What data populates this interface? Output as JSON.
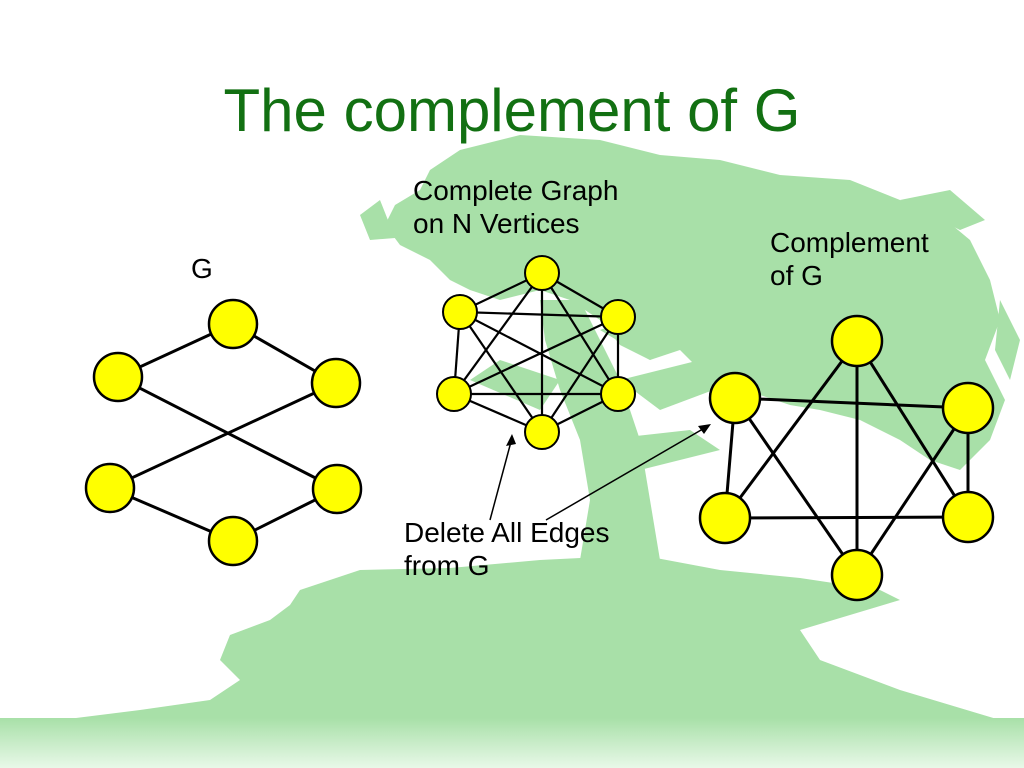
{
  "slide": {
    "title": "The complement of G",
    "colors": {
      "title": "#127012",
      "vertex": "#ffff00",
      "tree": "#a8e0a8"
    }
  },
  "graph_g": {
    "label": "G",
    "vertices": [
      "a",
      "b",
      "c",
      "d",
      "e",
      "f"
    ],
    "edges": [
      [
        "a",
        "b"
      ],
      [
        "a",
        "c"
      ],
      [
        "b",
        "f"
      ],
      [
        "c",
        "e"
      ],
      [
        "d",
        "e"
      ],
      [
        "d",
        "f"
      ]
    ]
  },
  "complete_graph": {
    "label_line1": "Complete Graph",
    "label_line2": "on N Vertices",
    "vertices": [
      "t",
      "ul",
      "ur",
      "ll",
      "lr",
      "b"
    ]
  },
  "complement": {
    "label_line1": "Complement",
    "label_line2": "of G"
  },
  "annotation": {
    "line1": "Delete All Edges",
    "line2": "from G"
  }
}
